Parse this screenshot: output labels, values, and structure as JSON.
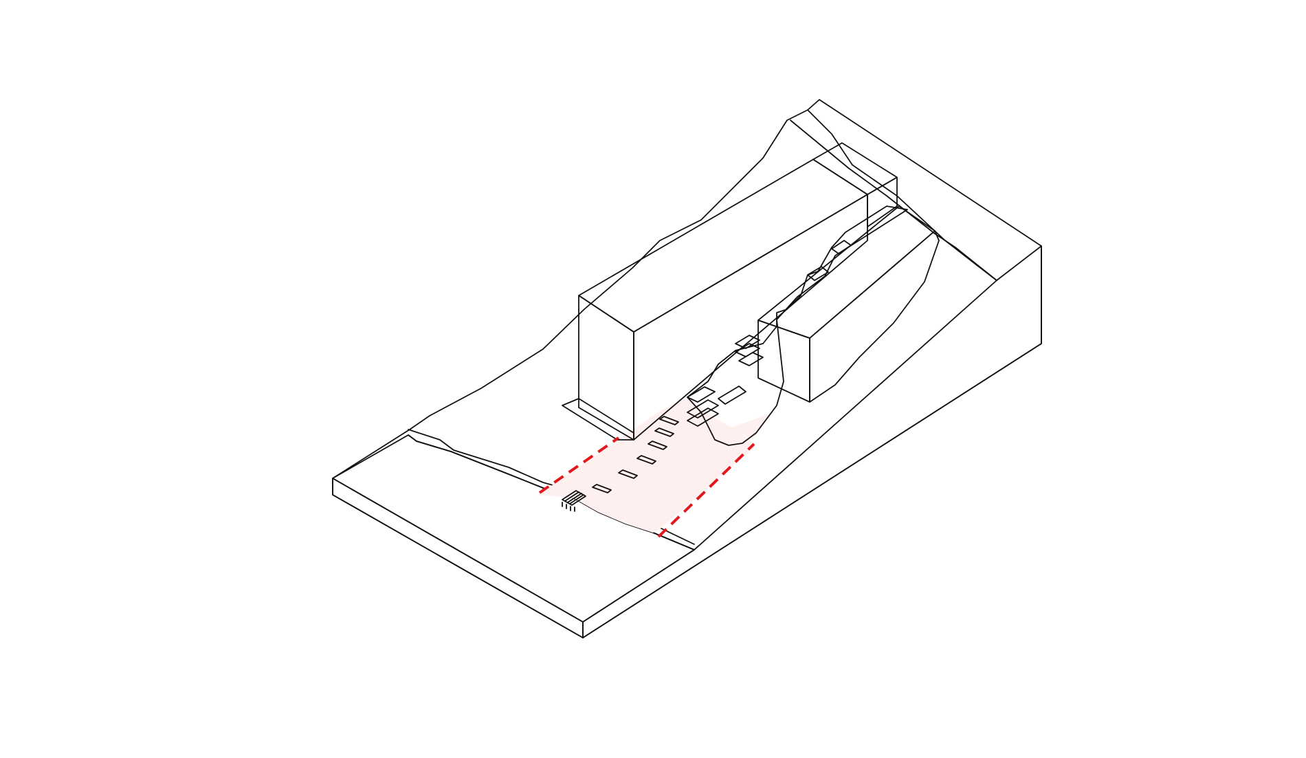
{
  "diagram": {
    "kind": "axonometric site model",
    "colors": {
      "background": "#ffffff",
      "terrain": "#f6f6f6",
      "terrain_side": "#ffffff",
      "building": "#e6e6e6",
      "building_top": "#ececec",
      "water": "#dce9f6",
      "corridor_light": "#fff0f0",
      "corridor_medium": "#ffd6d7",
      "corridor_dashed_line": "#e1191e",
      "outline": "#111111"
    },
    "elements": [
      "terrain-slope",
      "river-water",
      "building-west-block",
      "building-east-block",
      "public-corridor",
      "stepped-terraces",
      "waterfront-stairs",
      "corridor-boundary-dashed-lines"
    ]
  }
}
